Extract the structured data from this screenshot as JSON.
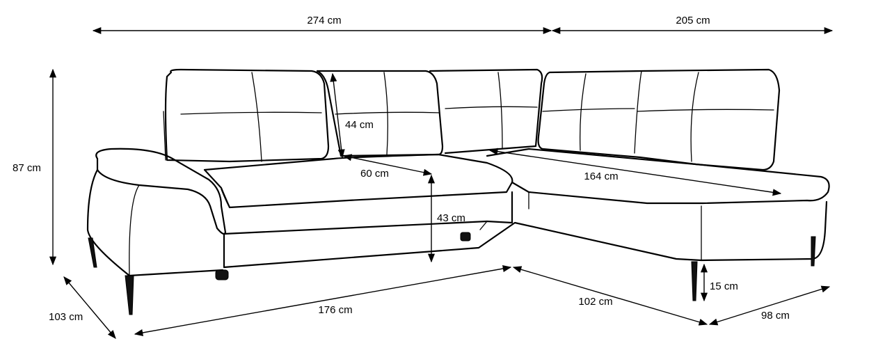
{
  "diagram": {
    "subject": "corner sofa dimensions",
    "dimensions": {
      "top_left_width": "274 cm",
      "top_right_width": "205 cm",
      "total_height": "87 cm",
      "backrest_height": "44 cm",
      "seat_depth": "60 cm",
      "seat_height": "43 cm",
      "chaise_seat_length": "164 cm",
      "left_depth": "103 cm",
      "front_length": "176 cm",
      "chaise_length": "102 cm",
      "leg_height": "15 cm",
      "chaise_width": "98 cm"
    }
  }
}
